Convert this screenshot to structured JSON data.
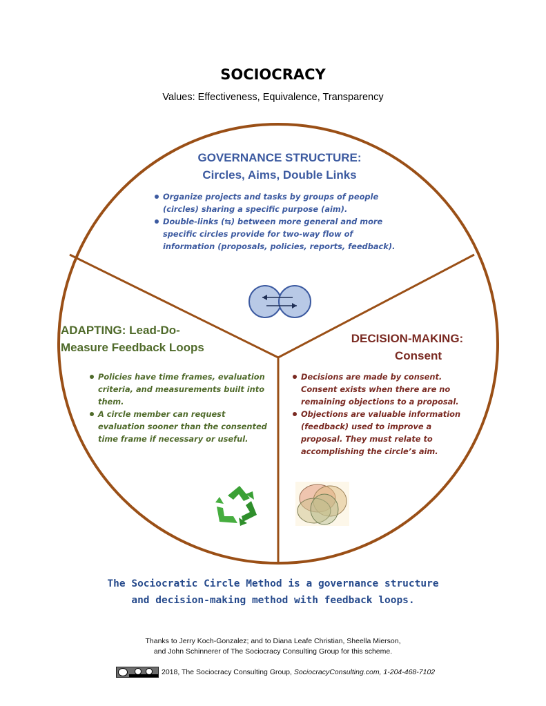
{
  "header": {
    "title": "SOCIOCRACY",
    "subtitle": "Values:  Effectiveness, Equivalence, Transparency"
  },
  "sections": {
    "governance": {
      "title_line1": "GOVERNANCE STRUCTURE:",
      "title_line2": "Circles, Aims, Double  Links",
      "bullets": [
        "Organize projects and tasks by groups of people (circles) sharing a specific purpose  (aim).",
        "Double-links (⇆) between more general and more specific circles provide for two-way flow of information (proposals,  policies, reports, feedback)."
      ]
    },
    "adapting": {
      "title_line1": "ADAPTING: Lead-Do-",
      "title_line2": "Measure Feedback Loops",
      "bullets": [
        "Policies have time frames, evaluation criteria, and measurements built into them.",
        "A circle member can request evaluation sooner than the consented time frame if necessary or useful."
      ]
    },
    "decision": {
      "title_line1": "DECISION-MAKING:",
      "title_line2": "Consent",
      "bullets": [
        "Decisions are made by consent. Consent exists when there are no remaining objections to a proposal.",
        "Objections are valuable information (feedback) used to improve a proposal.  They must relate to accomplishing the circle’s aim."
      ]
    }
  },
  "icons": {
    "double_link": "double-link-icon",
    "recycle": "recycle-icon",
    "venn": "venn-diagram-icon",
    "license": "creative-commons-by-sa-icon"
  },
  "colors": {
    "ring": "#9a4f16",
    "governance": "#3c5aa0",
    "adapting": "#4f6a2a",
    "decision": "#7a2a22",
    "tagline": "#264a8c",
    "recycle_green": "#3aa035"
  },
  "footer": {
    "tagline_line1": "The Sociocratic Circle Method is a governance structure",
    "tagline_line2": "and decision-making method with feedback loops.",
    "thanks_line1": "Thanks to Jerry Koch-Gonzalez; and to Diana Leafe Christian, Sheella Mierson,",
    "thanks_line2": "and John Schinnerer of The Sociocracy Consulting Group for this scheme.",
    "copyright_prefix": "2018, The Sociocracy Consulting Group, ",
    "copyright_site": "SociocracyConsulting.com, 1-204-468-7102"
  }
}
